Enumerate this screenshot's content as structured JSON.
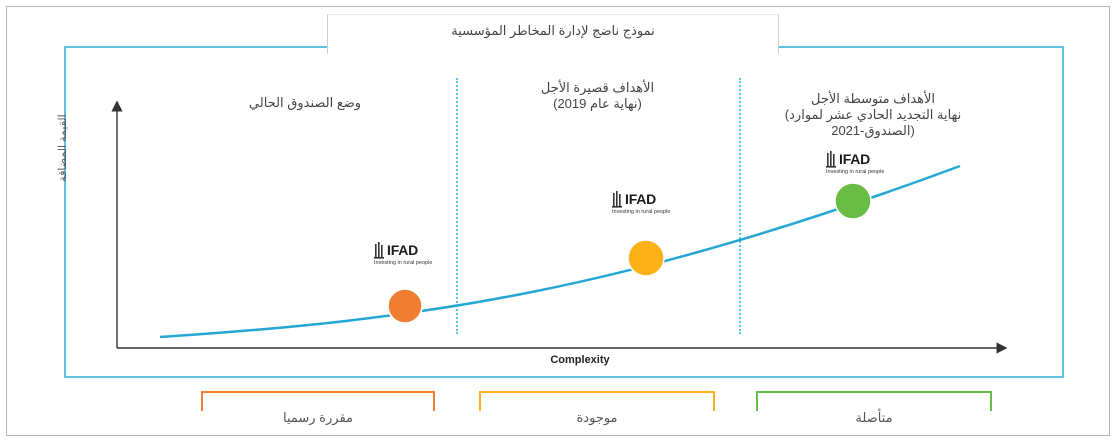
{
  "title": "نموذج ناضج لإدارة المخاطر المؤسسية",
  "columns": [
    {
      "lines": [
        "وضع الصندوق الحالي"
      ]
    },
    {
      "lines": [
        "الأهداف قصيرة الأجل",
        "(نهاية عام 2019)"
      ]
    },
    {
      "lines": [
        "الأهداف متوسطة الأجل",
        "(نهاية التجديد الحادي عشر لموارد",
        "الصندوق-2021)"
      ]
    }
  ],
  "axes": {
    "y_label": "القيمة المضافة",
    "x_label": "Complexity"
  },
  "logo": {
    "name": "IFAD",
    "tagline": "Investing in rural people"
  },
  "markers": [
    {
      "stage": "current",
      "color": "#ef7d32"
    },
    {
      "stage": "short-term",
      "color": "#fbb117"
    },
    {
      "stage": "medium-term",
      "color": "#69bd45"
    }
  ],
  "categories": [
    {
      "label": "مقررة رسميا",
      "color": "#ef7d32"
    },
    {
      "label": "موجودة",
      "color": "#fbb117"
    },
    {
      "label": "متأصلة",
      "color": "#69bd45"
    }
  ],
  "colors": {
    "frame": "#5fc3e0",
    "curve": "#24a7d3",
    "axis": "#333333"
  }
}
